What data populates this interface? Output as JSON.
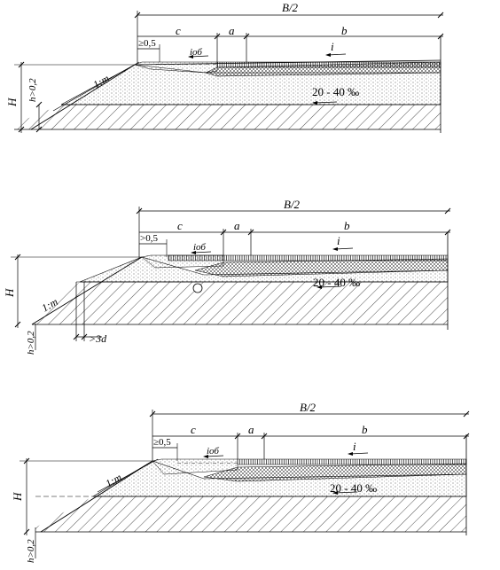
{
  "diagrams": [
    {
      "id": "section-1",
      "labels": {
        "half_width": "B/2",
        "c": "c",
        "a": "a",
        "b": "b",
        "shoulder_min": "≥0,5",
        "slope": "1:m",
        "shoulder_slope": "iоб",
        "slope_i": "i",
        "gradient": "20 - 40 ‰",
        "height": "H",
        "h_min": "h>0,2"
      }
    },
    {
      "id": "section-2",
      "labels": {
        "half_width": "B/2",
        "c": "c",
        "a": "a",
        "b": "b",
        "shoulder_min": ">0,5",
        "slope": "1:m",
        "shoulder_slope": "iоб",
        "slope_i": "i",
        "gradient": "20 - 40 ‰",
        "height": "H",
        "h_min": "h>0,2",
        "drain_offset": ">3d"
      }
    },
    {
      "id": "section-3",
      "labels": {
        "half_width": "B/2",
        "c": "c",
        "a": "a",
        "b": "b",
        "shoulder_min": "≥0,5",
        "slope": "1:m",
        "shoulder_slope": "iоб",
        "slope_i": "i",
        "gradient": "20 - 40 ‰",
        "height": "H",
        "h_min": "h>0,2"
      }
    }
  ]
}
